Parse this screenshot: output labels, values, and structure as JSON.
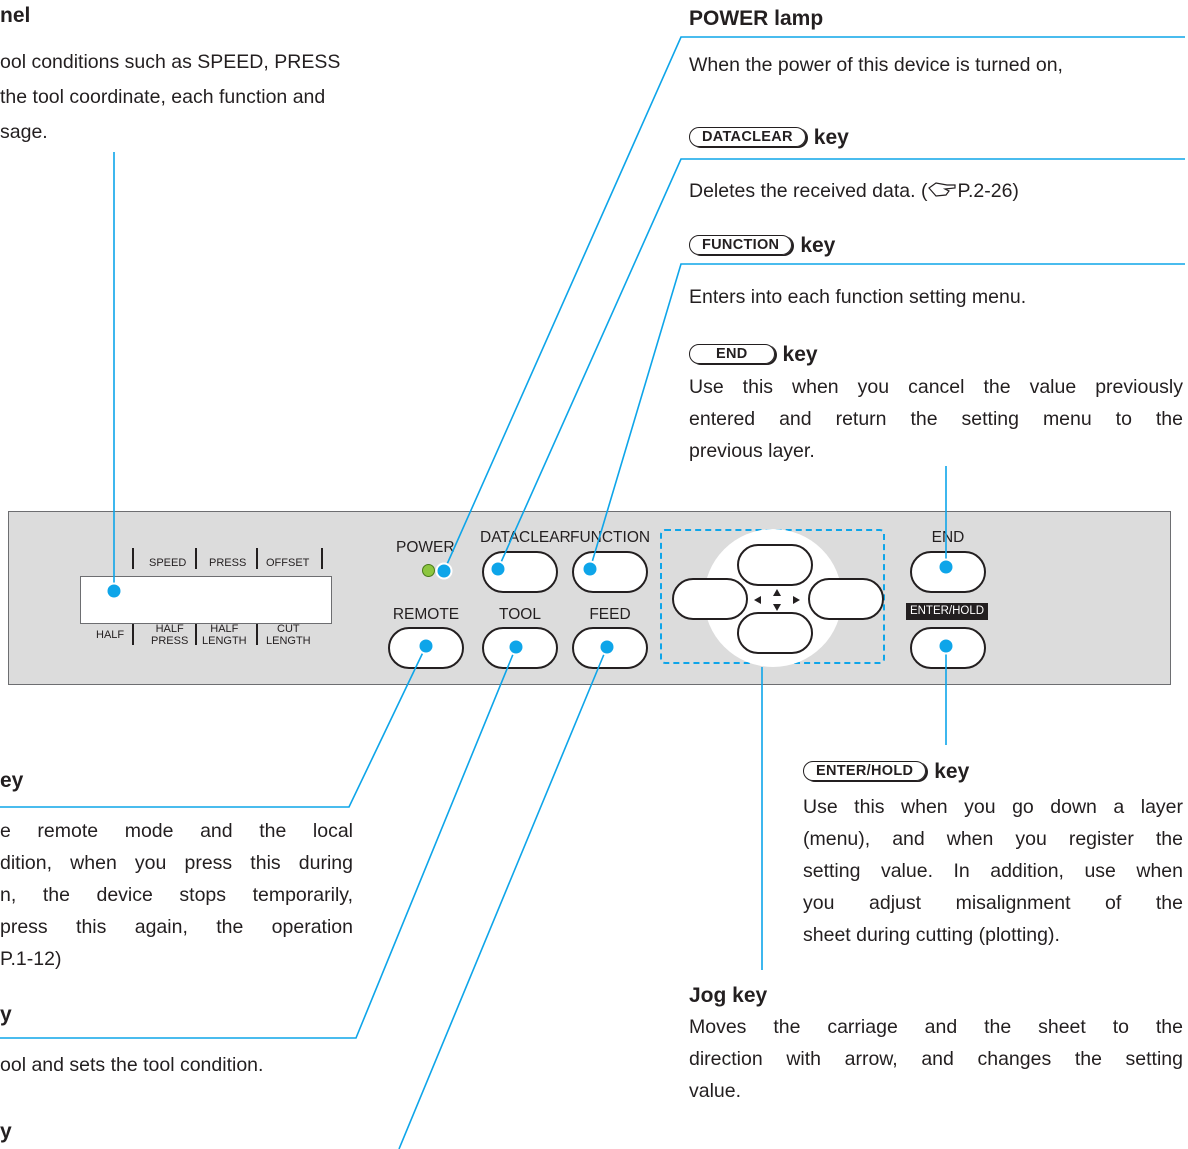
{
  "accent_color": "#00a0e9",
  "display_panel": {
    "heading": "nel",
    "desc": [
      "ool conditions such as SPEED, PRESS",
      "the tool coordinate, each function and",
      "sage."
    ]
  },
  "power_lamp": {
    "heading": "POWER lamp",
    "desc": "When the power of this device is turned on,"
  },
  "dataclear_key": {
    "keycap": "DATACLEAR",
    "key_word": "key",
    "desc_pre": "Deletes the received data. (",
    "ref_icon": "reference-pointer-icon",
    "ref": "P.2-26)"
  },
  "function_key": {
    "keycap": "FUNCTION",
    "key_word": "key",
    "desc": "Enters into each function setting menu."
  },
  "end_key": {
    "keycap": "END",
    "key_word": "key",
    "desc": [
      "Use this when you cancel the value previously",
      "entered and return the setting menu to the",
      "previous layer."
    ]
  },
  "enter_hold_key": {
    "keycap": "ENTER/HOLD",
    "key_word": "key",
    "desc": [
      "Use this when you go down a layer",
      "(menu), and when you register the",
      "setting value. In addition, use when",
      "you adjust misalignment of the",
      "sheet during cutting (plotting)."
    ]
  },
  "jog_key": {
    "heading": "Jog key",
    "desc": [
      "Moves the carriage and the sheet to the",
      "direction with arrow, and changes the setting",
      "value."
    ]
  },
  "remote_key": {
    "heading": "ey",
    "desc": [
      "e remote mode and the local",
      "dition, when you press this during",
      "n, the device stops temporarily,",
      "press this again, the operation",
      "P.1-12)"
    ]
  },
  "tool_key": {
    "heading": "y",
    "desc": "ool and sets the tool condition."
  },
  "feed_key": {
    "heading": "y"
  },
  "panel": {
    "lcd_top": [
      "SPEED",
      "PRESS",
      "OFFSET"
    ],
    "lcd_bottom": [
      "HALF",
      "HALF\nPRESS",
      "HALF\nLENGTH",
      "CUT\nLENGTH"
    ],
    "power": "POWER",
    "dataclear": "DATACLEAR",
    "function": "FUNCTION",
    "remote": "REMOTE",
    "tool": "TOOL",
    "feed": "FEED",
    "end": "END",
    "enter_hold": "ENTER/HOLD"
  }
}
